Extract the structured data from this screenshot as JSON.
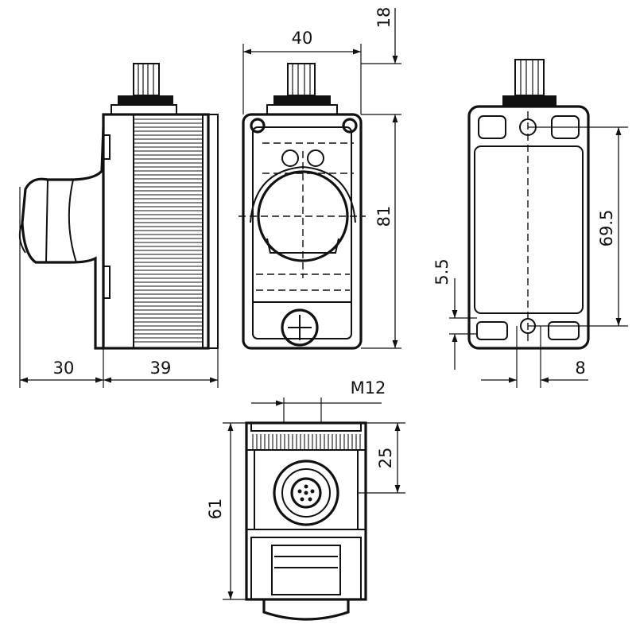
{
  "dimensions": {
    "top_clearance": "18",
    "width_front": "40",
    "height_front": "81",
    "hole_spacing": "69.5",
    "hole_offset": "5.5",
    "base_depth": "30",
    "body_depth": "39",
    "slot_width": "8",
    "thread": "M12",
    "connector_height": "25",
    "body_height_top": "61"
  }
}
